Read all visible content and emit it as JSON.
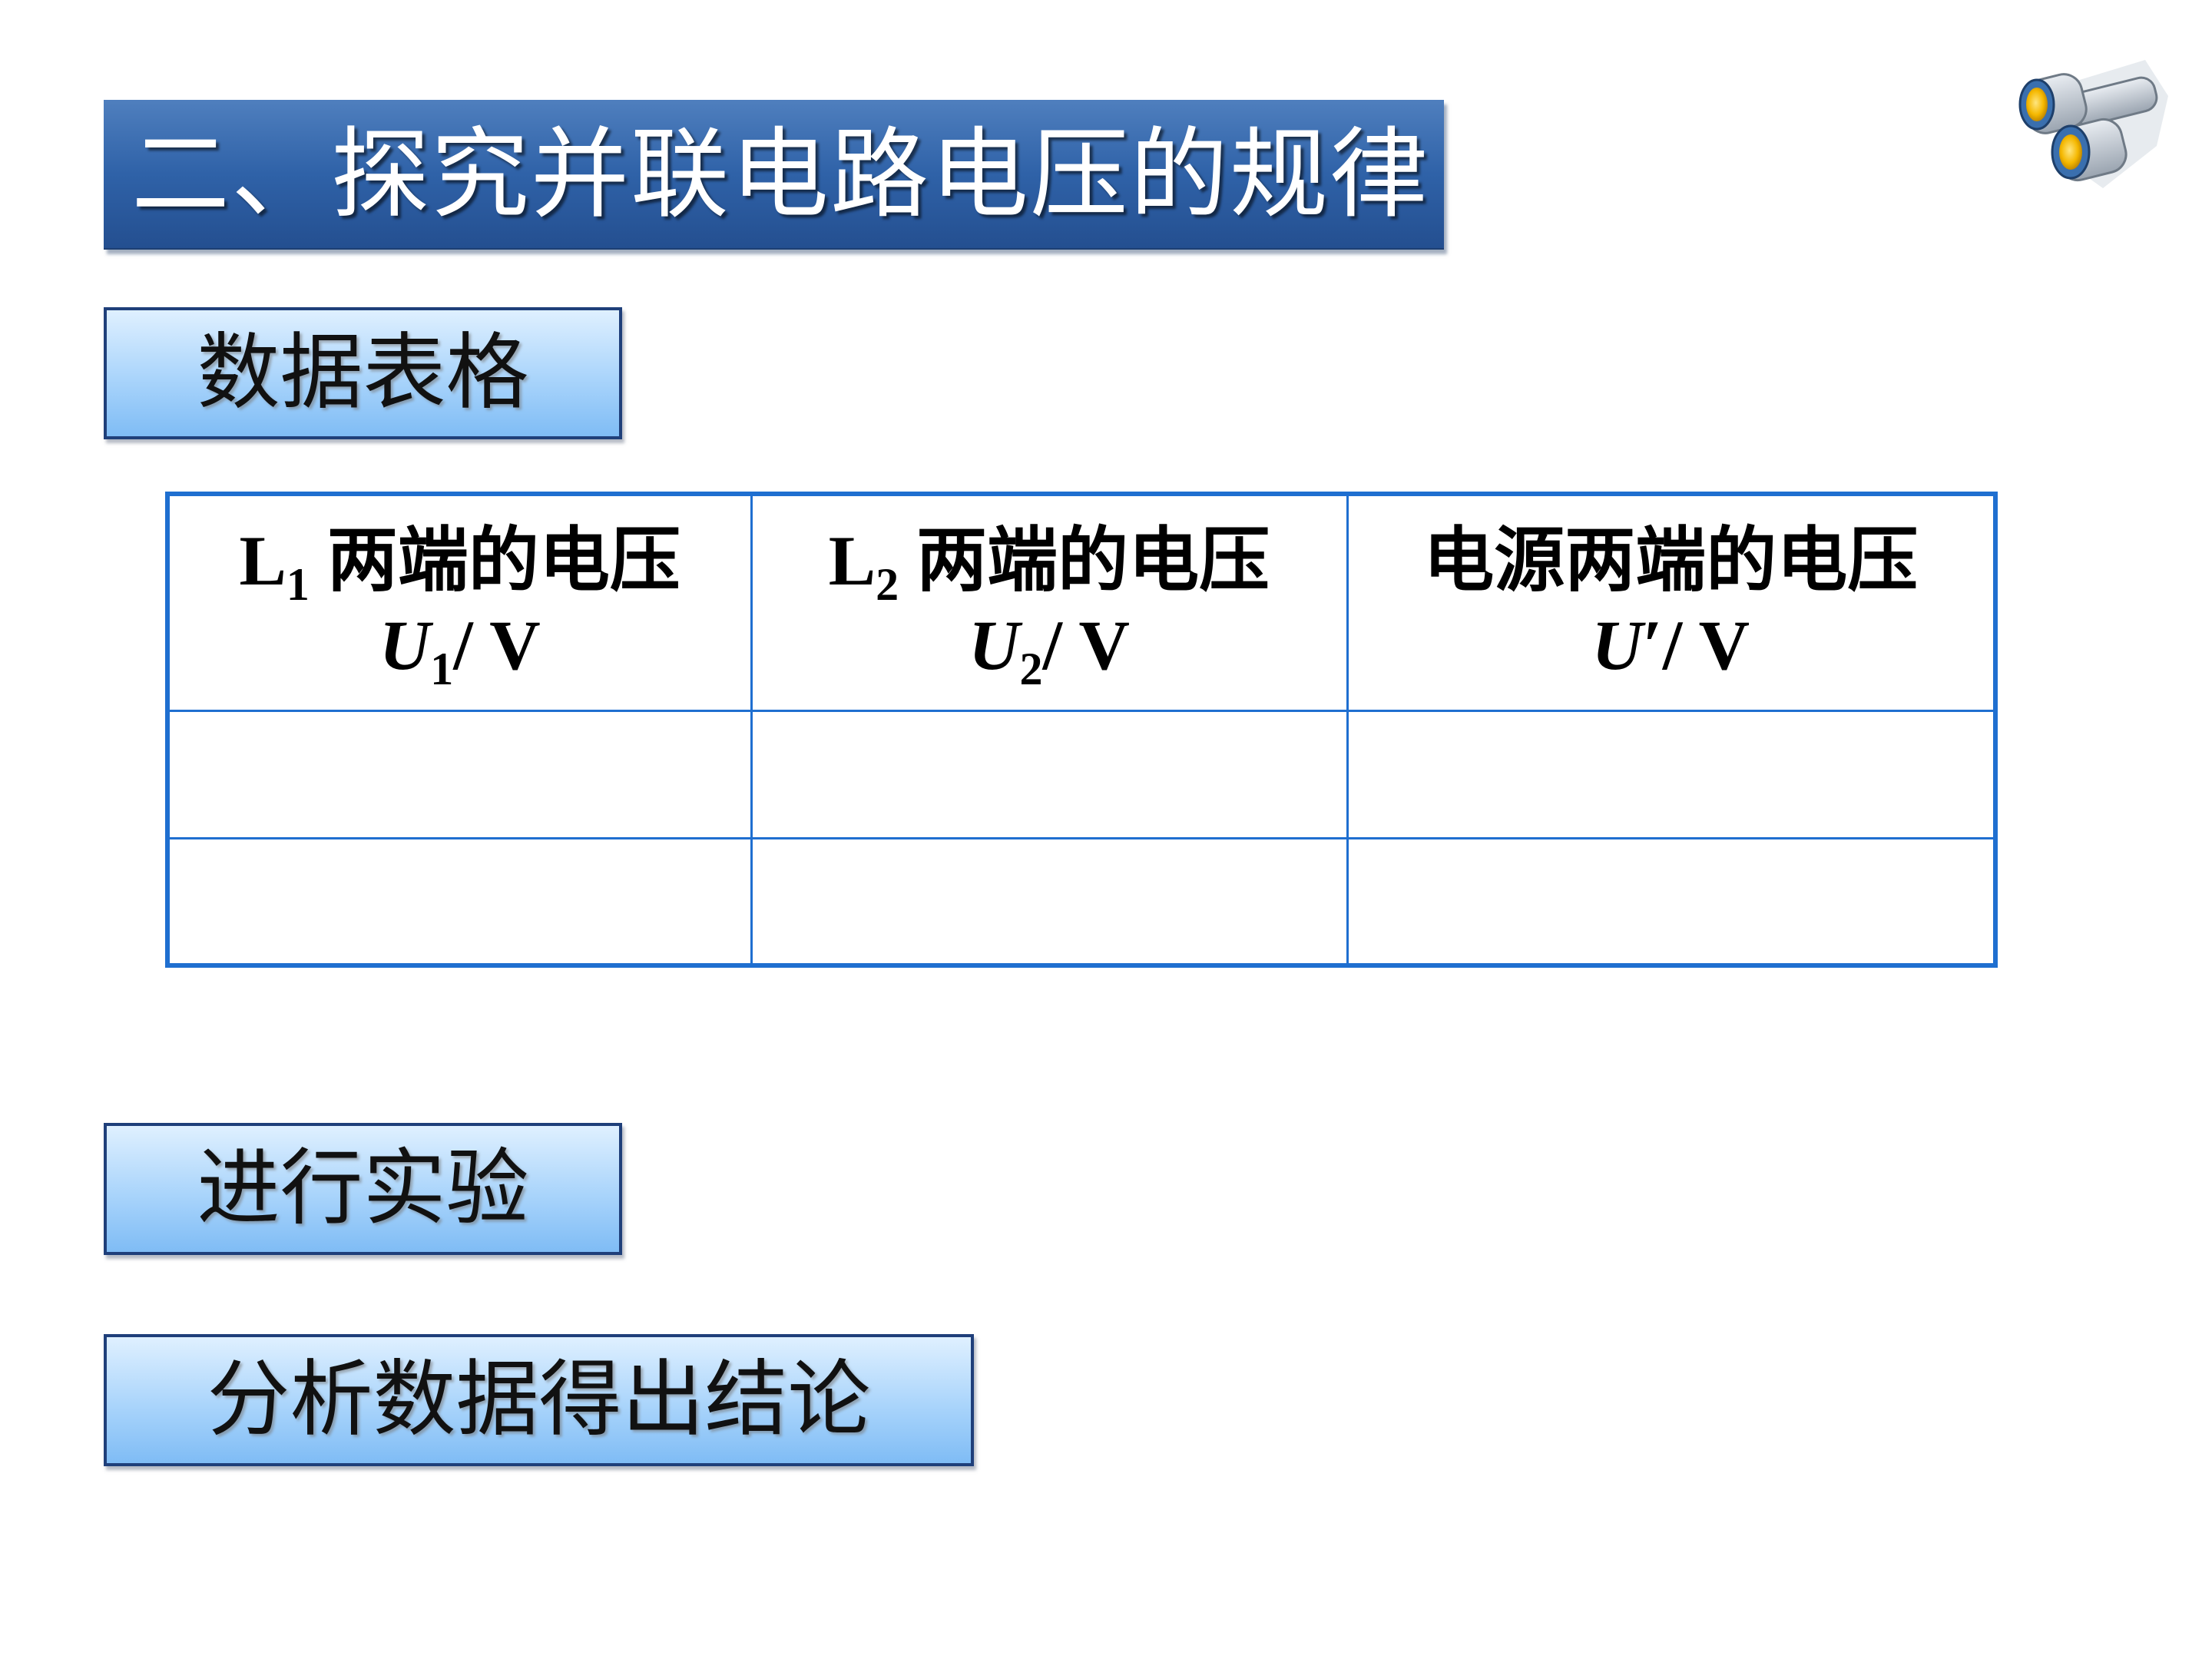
{
  "slide": {
    "title": "二、探究并联电路电压的规律"
  },
  "sections": {
    "table_label": "数据表格",
    "experiment_label": "进行实验",
    "conclusion_label": "分析数据得出结论"
  },
  "table": {
    "columns": [
      {
        "name_symbol": "L",
        "name_sub": "1",
        "name_text": " 两端的电压",
        "unit_symbol": "U",
        "unit_sub": "1",
        "unit_text": "/ V"
      },
      {
        "name_symbol": "L",
        "name_sub": "2",
        "name_text": " 两端的电压",
        "unit_symbol": "U",
        "unit_sub": "2",
        "unit_text": "/ V"
      },
      {
        "name_text": "电源两端的电压",
        "unit_symbol": "U",
        "unit_prime": "′",
        "unit_text": "/ V"
      }
    ],
    "rows": [
      [
        "",
        "",
        ""
      ],
      [
        "",
        "",
        ""
      ]
    ]
  },
  "icons": {
    "corner": "binoculars-icon"
  },
  "colors": {
    "title_banner": "#2f62a8",
    "label_fill": "#a9d4fb",
    "label_border": "#1f3f7a",
    "table_border": "#1f6fd0"
  }
}
